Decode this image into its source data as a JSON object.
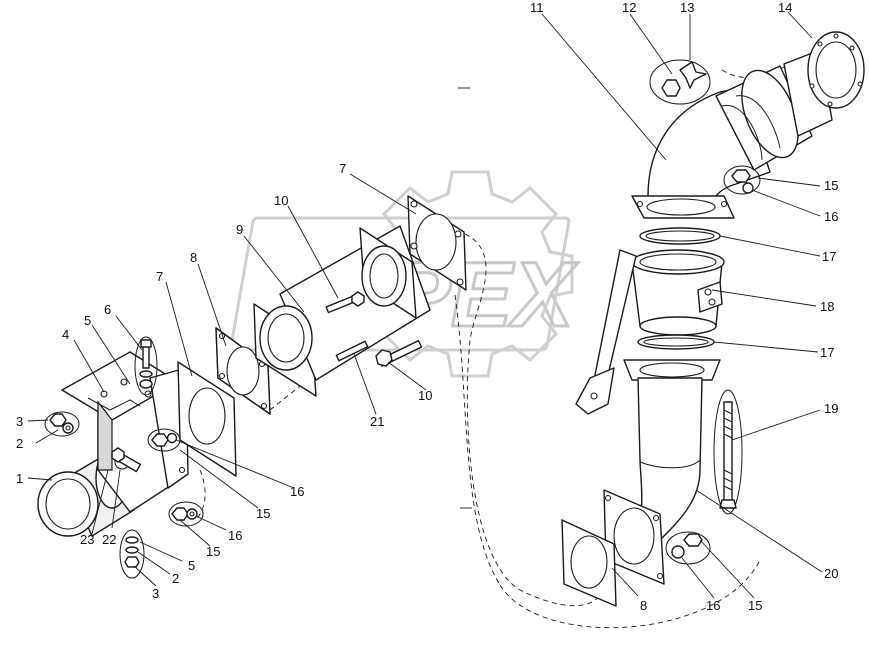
{
  "watermark": {
    "text": "OPEX"
  },
  "callouts": [
    {
      "id": "c1",
      "label": "1"
    },
    {
      "id": "c2a",
      "label": "2"
    },
    {
      "id": "c2b",
      "label": "2"
    },
    {
      "id": "c3a",
      "label": "3"
    },
    {
      "id": "c3b",
      "label": "3"
    },
    {
      "id": "c4",
      "label": "4"
    },
    {
      "id": "c5a",
      "label": "5"
    },
    {
      "id": "c5b",
      "label": "5"
    },
    {
      "id": "c6",
      "label": "6"
    },
    {
      "id": "c7a",
      "label": "7"
    },
    {
      "id": "c7b",
      "label": "7"
    },
    {
      "id": "c8a",
      "label": "8"
    },
    {
      "id": "c8b",
      "label": "8"
    },
    {
      "id": "c9",
      "label": "9"
    },
    {
      "id": "c10a",
      "label": "10"
    },
    {
      "id": "c10b",
      "label": "10"
    },
    {
      "id": "c11",
      "label": "11"
    },
    {
      "id": "c12",
      "label": "12"
    },
    {
      "id": "c13",
      "label": "13"
    },
    {
      "id": "c14",
      "label": "14"
    },
    {
      "id": "c15a",
      "label": "15"
    },
    {
      "id": "c15b",
      "label": "15"
    },
    {
      "id": "c15c",
      "label": "15"
    },
    {
      "id": "c15d",
      "label": "15"
    },
    {
      "id": "c16a",
      "label": "16"
    },
    {
      "id": "c16b",
      "label": "16"
    },
    {
      "id": "c16c",
      "label": "16"
    },
    {
      "id": "c16d",
      "label": "16"
    },
    {
      "id": "c17a",
      "label": "17"
    },
    {
      "id": "c17b",
      "label": "17"
    },
    {
      "id": "c18",
      "label": "18"
    },
    {
      "id": "c19",
      "label": "19"
    },
    {
      "id": "c20",
      "label": "20"
    },
    {
      "id": "c21",
      "label": "21"
    },
    {
      "id": "c22",
      "label": "22"
    },
    {
      "id": "c23",
      "label": "23"
    }
  ]
}
